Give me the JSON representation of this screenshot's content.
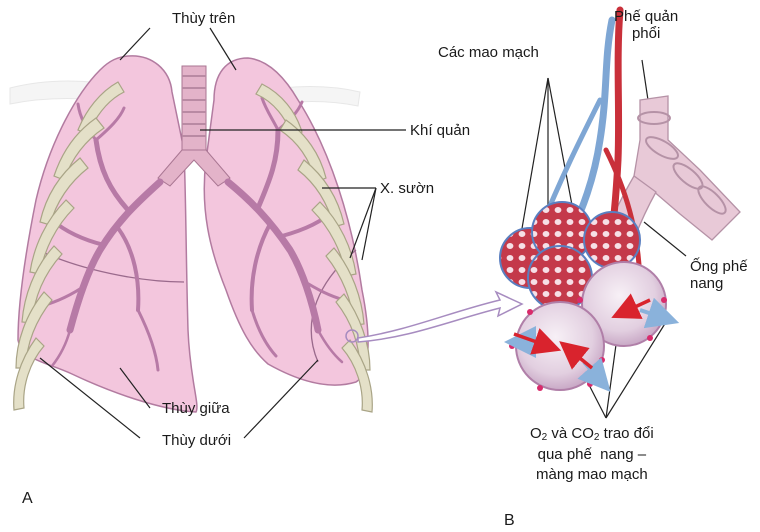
{
  "labels": {
    "upper_lobe": "Thùy trên",
    "trachea": "Khí quản",
    "ribs": "X. sườn",
    "middle_lobe": "Thùy giữa",
    "lower_lobe": "Thùy dưới",
    "capillaries": "Các mao mạch",
    "bronchus_line1": "Phế quản",
    "bronchus_line2": "phổi",
    "alveolar_duct_line1": "Ống phế",
    "alveolar_duct_line2": "nang",
    "exchange": {
      "o_text": "O",
      "o_sub": "2",
      "and_text": " và CO",
      "co_sub": "2",
      "tail_text": " trao đổi",
      "line2": "qua phế  nang –",
      "line3": "màng mao mạch"
    }
  },
  "panels": {
    "a": "A",
    "b": "B"
  },
  "colors": {
    "lung_fill": "#f3c6dd",
    "lung_stroke": "#b27ba0",
    "bronchi": "#b77aa6",
    "rib_fill": "#e4e0c8",
    "rib_stroke": "#a9a486",
    "vein": "#7ea6d4",
    "artery": "#c9303a",
    "alveolus": "#eadbe8"
  }
}
